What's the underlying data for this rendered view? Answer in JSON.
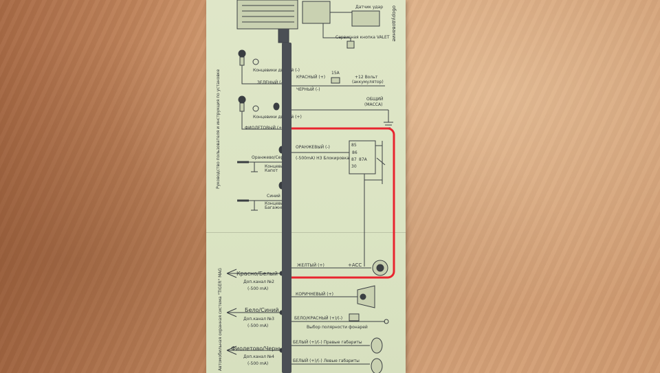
{
  "labels": {
    "side_instruction": "Руководство пользователя и инструкция по установке",
    "side_system": "Автомобильная охранная система \"TIGER\" MAG",
    "top_block": "оборудование",
    "vd": "Датчик удар",
    "service_button": "Сервисная кнопка VALET",
    "door_switch_minus": "Концевики дверей (-)",
    "green_minus": "ЗЕЛЕНЫЙ (-)",
    "door_switch_plus": "Концевики дверей (+)",
    "violet_plus": "ФИОЛЕТОВЫЙ (+)",
    "red_plus": "КРАСНЫЙ (+)",
    "fuse": "15A",
    "plus12": "+12 Вольт",
    "battery": "(аккумулятор)",
    "black_minus": "ЧЕРНЫЙ (-)",
    "common": "ОБЩИЙ",
    "mass": "(МАССА)",
    "orange_gray": "Оранжево/Серы",
    "hood": "Концевик Капот",
    "blue": "Синий",
    "trunk": "Концевик Багажник",
    "orange_minus": "ОРАНЖЕВЫЙ (-)",
    "blocking": "(-500mA) НЗ Блокировка",
    "r85": "85",
    "r86": "86",
    "r87": "87",
    "r87a": "87А",
    "r30": "30",
    "yellow_plus": "ЖЕЛТЫЙ (+)",
    "acc": "+ACC",
    "red_white": "Красно/Белый",
    "aux2": "Доп.канал №2",
    "ma500_a": "(-500 mA)",
    "brown_plus": "КОРИЧНЕВЫЙ (+)",
    "white_blue": "Бело/Синий",
    "aux3": "Доп.канал №3",
    "ma500_b": "(-500 mA)",
    "white_red": "БЕЛО/КРАСНЫЙ (+)/(-)",
    "polarity": "Выбор полярности фонарей",
    "violet_black": "Фиолетово/Черный",
    "aux4": "Доп.канал №4",
    "ma500_c": "(-500 mA)",
    "white_right": "БЕЛЫЙ (+)/(-)  Правые габариты",
    "white_left": "БЕЛЫЙ (+)/(-)  Левые габариты"
  },
  "colors": {
    "paper": "#dbe4c3",
    "wire_bus": "#4b4f55",
    "highlight": "#e8242e",
    "table": "#c98e64"
  }
}
